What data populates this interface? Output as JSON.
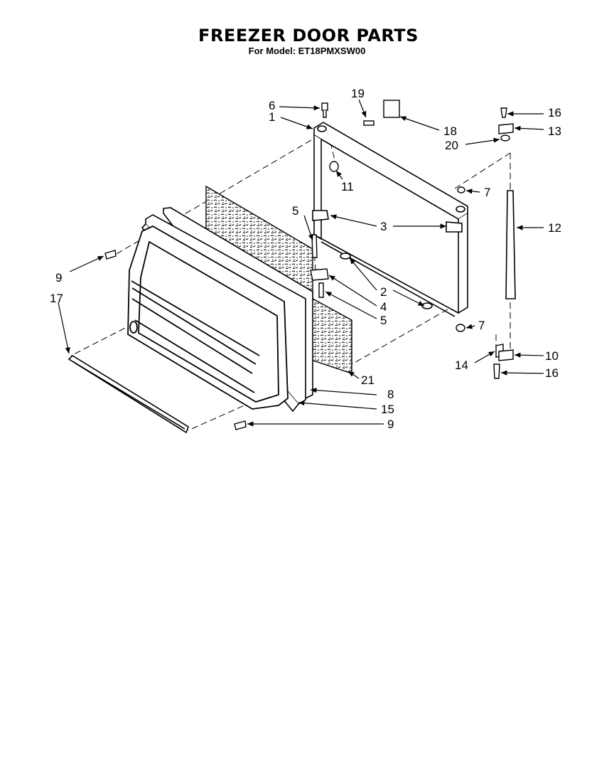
{
  "header": {
    "title": "FREEZER DOOR PARTS",
    "subtitle": "For Model: ET18PMXSW00"
  },
  "callouts": [
    {
      "id": "c1",
      "text": "1"
    },
    {
      "id": "c6",
      "text": "6"
    },
    {
      "id": "c19",
      "text": "19"
    },
    {
      "id": "c18",
      "text": "18"
    },
    {
      "id": "c16a",
      "text": "16"
    },
    {
      "id": "c13",
      "text": "13"
    },
    {
      "id": "c20",
      "text": "20"
    },
    {
      "id": "c11",
      "text": "11"
    },
    {
      "id": "c7a",
      "text": "7"
    },
    {
      "id": "c5a",
      "text": "5"
    },
    {
      "id": "c3",
      "text": "3"
    },
    {
      "id": "c12",
      "text": "12"
    },
    {
      "id": "c9a",
      "text": "9"
    },
    {
      "id": "c17",
      "text": "17"
    },
    {
      "id": "c2",
      "text": "2"
    },
    {
      "id": "c4",
      "text": "4"
    },
    {
      "id": "c5b",
      "text": "5"
    },
    {
      "id": "c7b",
      "text": "7"
    },
    {
      "id": "c10",
      "text": "10"
    },
    {
      "id": "c14",
      "text": "14"
    },
    {
      "id": "c16b",
      "text": "16"
    },
    {
      "id": "c21",
      "text": "21"
    },
    {
      "id": "c8",
      "text": "8"
    },
    {
      "id": "c15",
      "text": "15"
    },
    {
      "id": "c9b",
      "text": "9"
    }
  ]
}
